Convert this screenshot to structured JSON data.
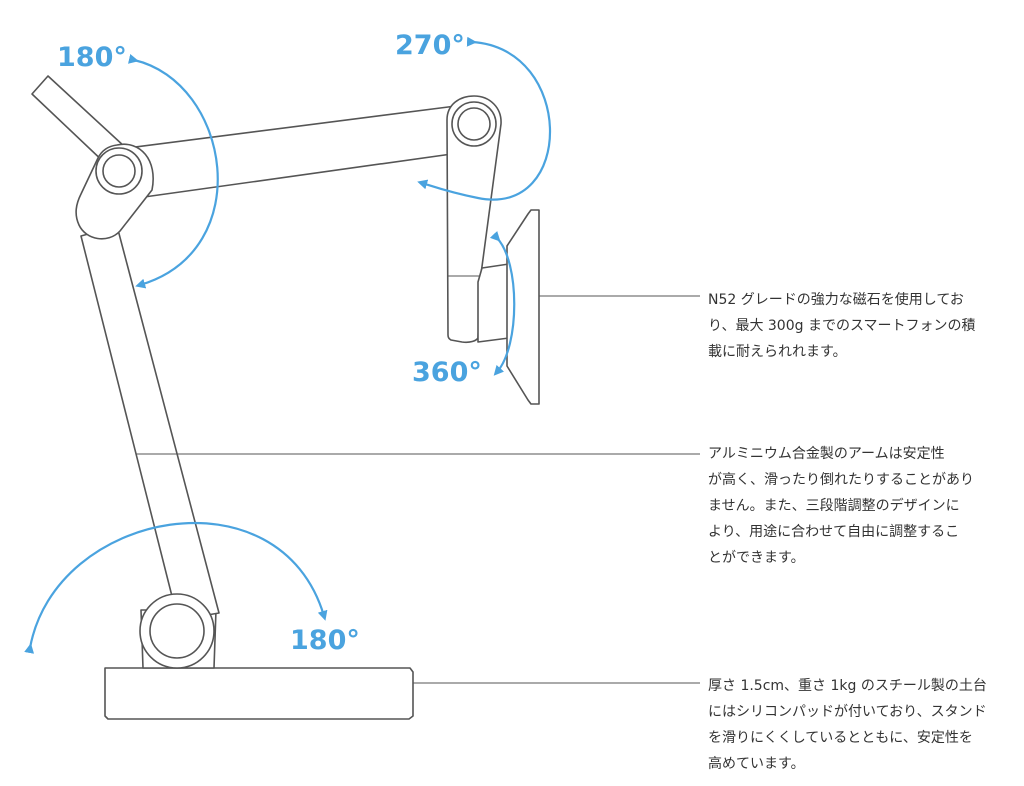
{
  "colors": {
    "accent": "#4AA3DF",
    "line": "#555555",
    "text": "#333333"
  },
  "angles": {
    "top_left": "180°",
    "top_right": "270°",
    "mount": "360°",
    "base": "180°"
  },
  "descriptions": {
    "magnet": {
      "lines": [
        "N52 グレードの強力な磁石を使用してお",
        "り、最大 300g までのスマートフォンの積",
        "載に耐えられれます。"
      ]
    },
    "arm": {
      "lines": [
        "アルミニウム合金製のアームは安定性",
        "が高く、滑ったり倒れたりすることがあり",
        "ません。また、三段階調整のデザインに",
        "より、用途に合わせて自由に調整するこ",
        "とができます。"
      ]
    },
    "base": {
      "lines": [
        "厚さ 1.5cm、重さ 1kg のスチール製の土台",
        "にはシリコンパッドが付いており、スタンド",
        "を滑りにくくしているとともに、安定性を",
        "高めています。"
      ]
    }
  }
}
